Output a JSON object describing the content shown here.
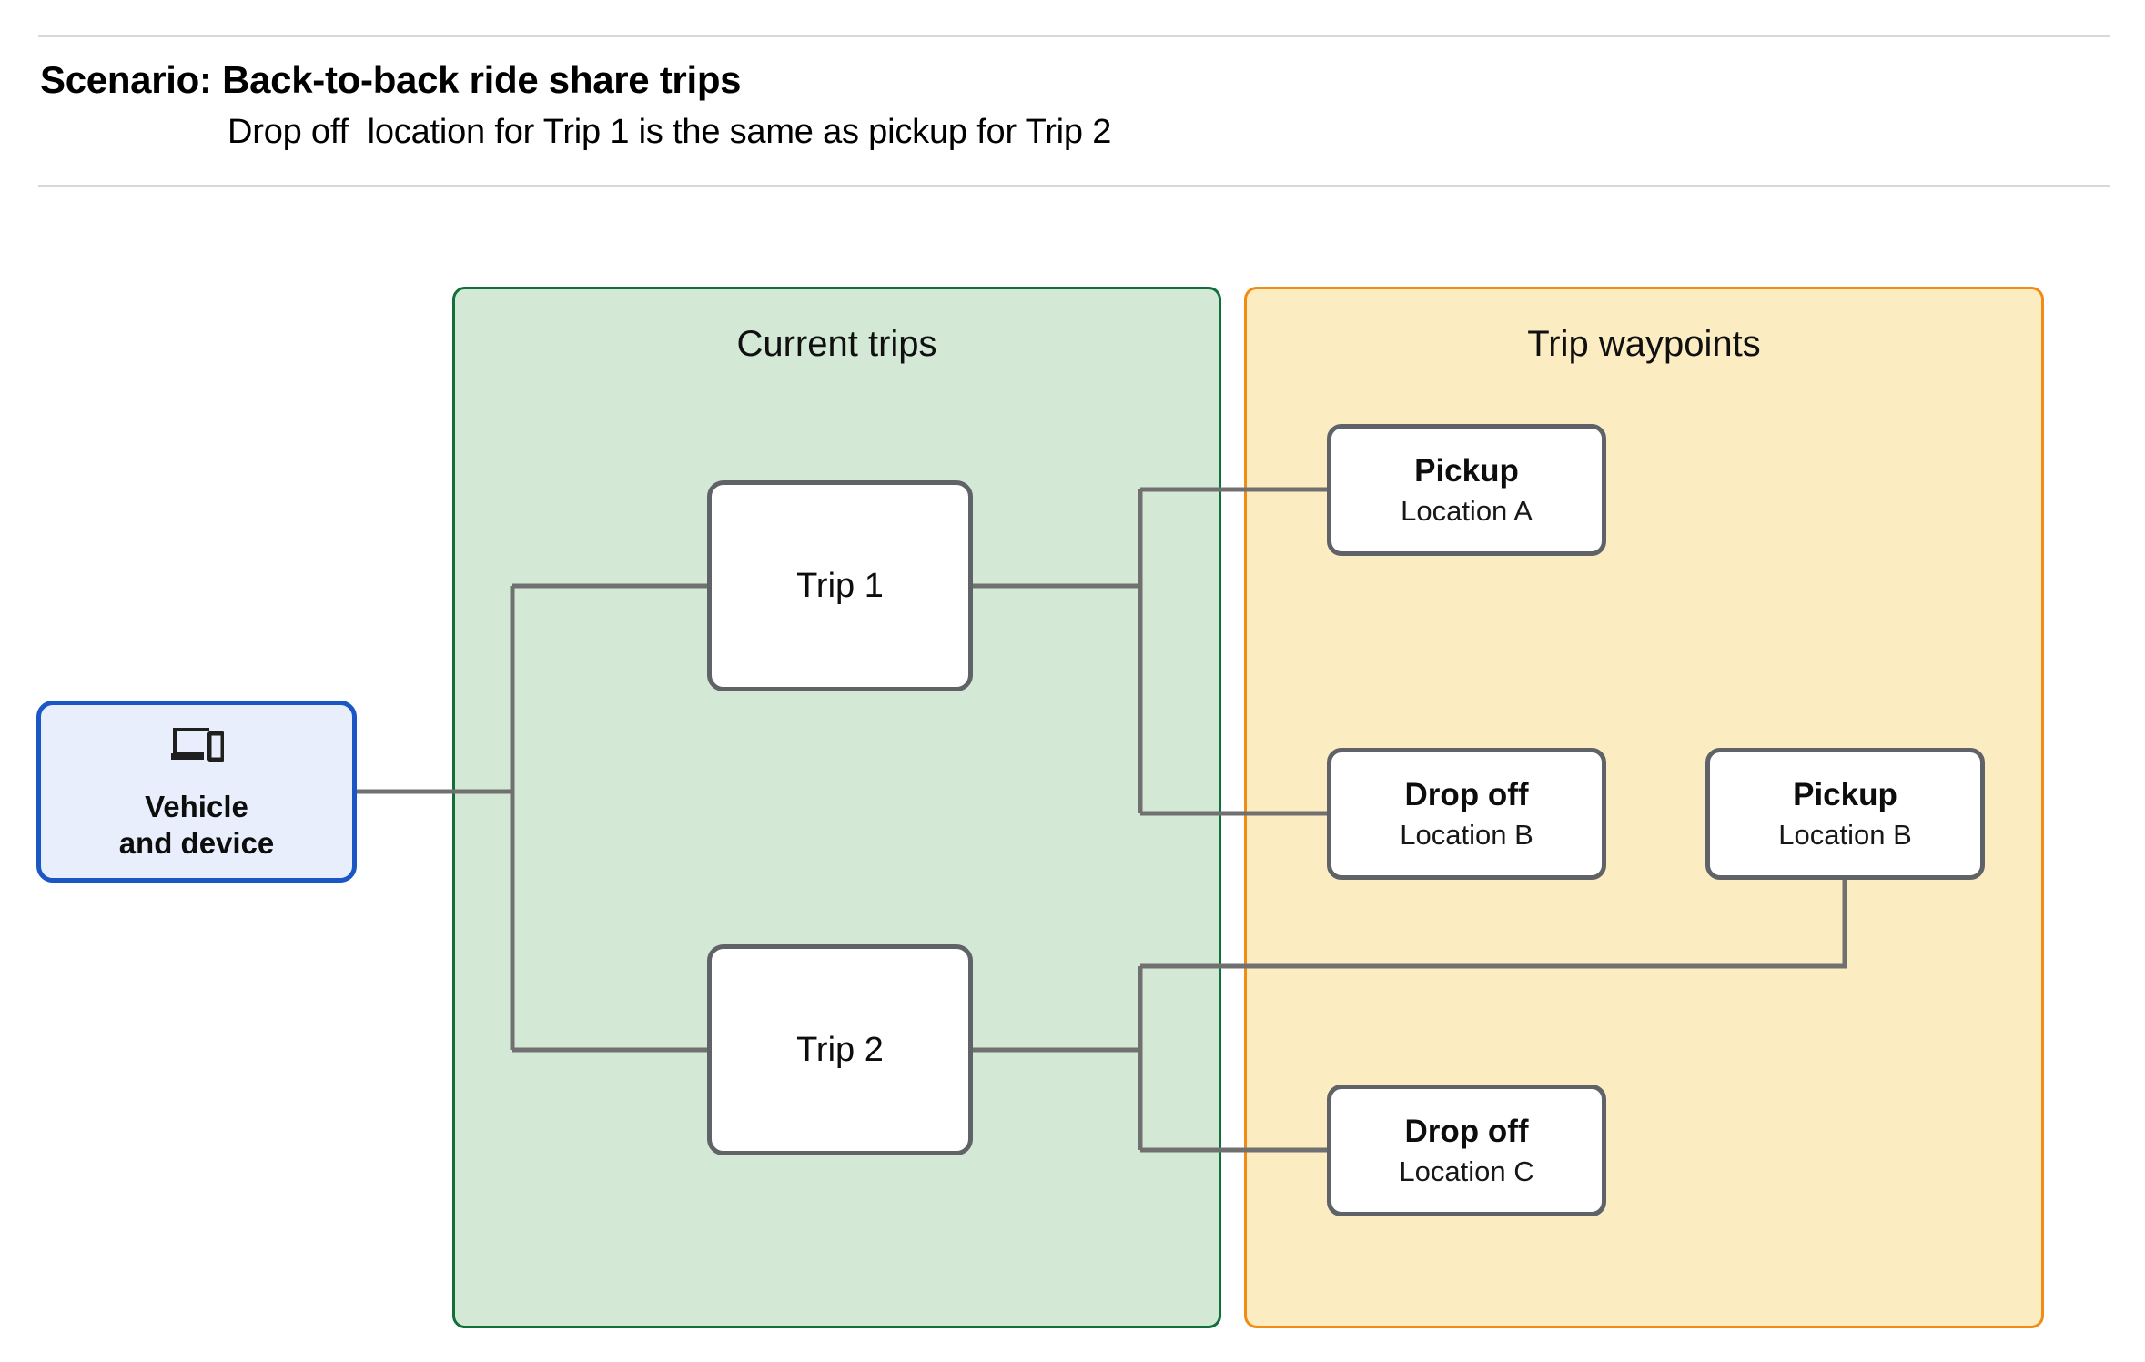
{
  "header": {
    "title": "Scenario: Back-to-back ride share trips",
    "subtitle": "Drop off  location for Trip 1 is the same as pickup for Trip 2"
  },
  "groups": {
    "current_trips": {
      "title": "Current trips",
      "fill": "#d4e8d6",
      "border": "#11703a"
    },
    "trip_waypoints": {
      "title": "Trip waypoints",
      "fill": "#fcecc2",
      "border": "#f28b16"
    }
  },
  "nodes": {
    "vehicle": {
      "label": "Vehicle\nand device",
      "icon": "devices-icon",
      "fill": "#e8eefb",
      "border": "#1a56c4"
    },
    "trip1": {
      "label": "Trip 1"
    },
    "trip2": {
      "label": "Trip 2"
    }
  },
  "waypoints": [
    {
      "id": "pickup-a",
      "title": "Pickup",
      "location": "Location A"
    },
    {
      "id": "dropoff-b",
      "title": "Drop off",
      "location": "Location B"
    },
    {
      "id": "pickup-b",
      "title": "Pickup",
      "location": "Location B"
    },
    {
      "id": "dropoff-c",
      "title": "Drop off",
      "location": "Location C"
    }
  ],
  "edge_color": "#707070",
  "edges": [
    {
      "from": "vehicle",
      "to": "trip1"
    },
    {
      "from": "vehicle",
      "to": "trip2"
    },
    {
      "from": "trip1",
      "to": "pickup-a"
    },
    {
      "from": "trip1",
      "to": "dropoff-b"
    },
    {
      "from": "trip2",
      "to": "pickup-b"
    },
    {
      "from": "trip2",
      "to": "dropoff-c"
    }
  ]
}
